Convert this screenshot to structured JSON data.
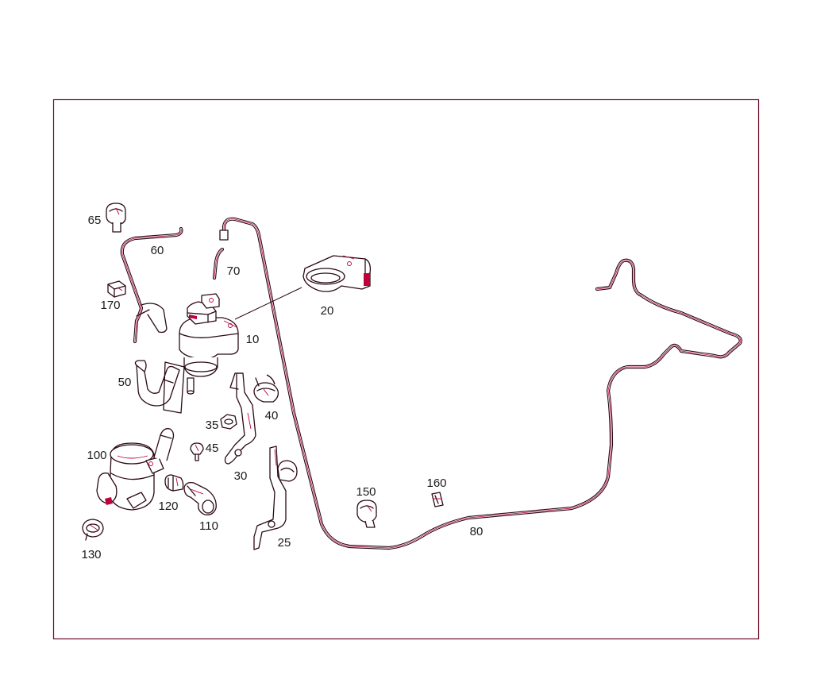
{
  "diagram": {
    "frame_color": "#6b0a24",
    "accent_color": "#c0003a",
    "callouts": [
      {
        "id": "10",
        "label": "10"
      },
      {
        "id": "20",
        "label": "20"
      },
      {
        "id": "25",
        "label": "25"
      },
      {
        "id": "30",
        "label": "30"
      },
      {
        "id": "35",
        "label": "35"
      },
      {
        "id": "40",
        "label": "40"
      },
      {
        "id": "45",
        "label": "45"
      },
      {
        "id": "50",
        "label": "50"
      },
      {
        "id": "60",
        "label": "60"
      },
      {
        "id": "65",
        "label": "65"
      },
      {
        "id": "70",
        "label": "70"
      },
      {
        "id": "80",
        "label": "80"
      },
      {
        "id": "100",
        "label": "100"
      },
      {
        "id": "110",
        "label": "110"
      },
      {
        "id": "120",
        "label": "120"
      },
      {
        "id": "130",
        "label": "130"
      },
      {
        "id": "150",
        "label": "150"
      },
      {
        "id": "160",
        "label": "160"
      },
      {
        "id": "170",
        "label": "170"
      }
    ]
  }
}
